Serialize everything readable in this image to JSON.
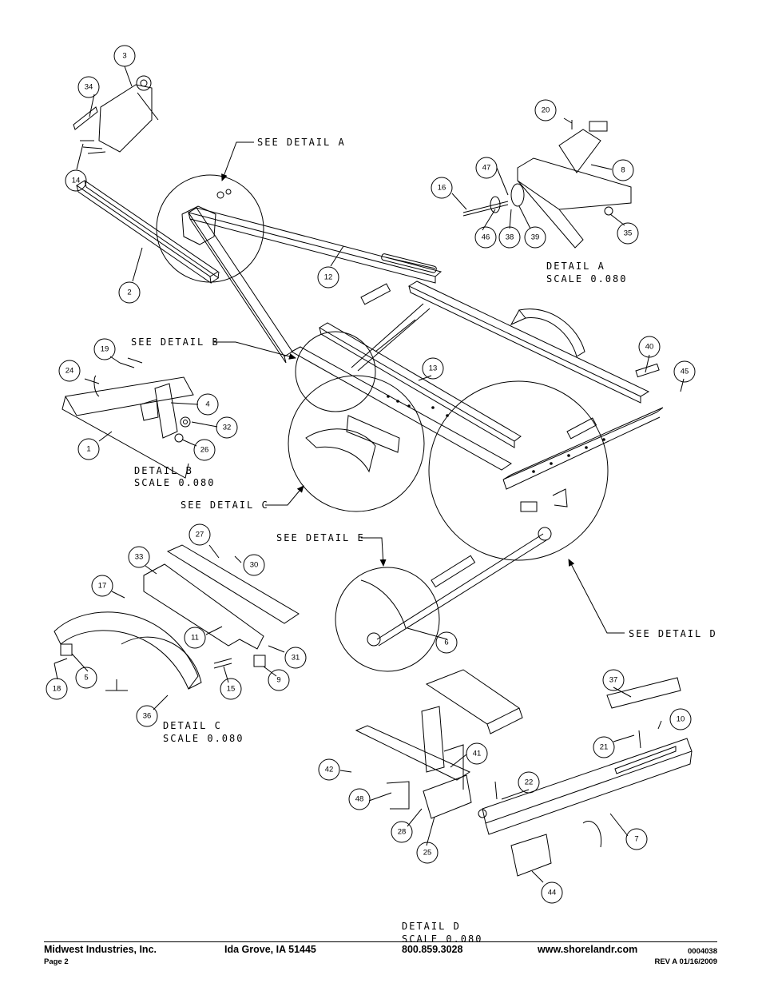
{
  "callouts": {
    "see_detail_a": "SEE DETAIL A",
    "see_detail_b": "SEE DETAIL B",
    "see_detail_c": "SEE DETAIL C",
    "see_detail_d": "SEE DETAIL D",
    "see_detail_e": "SEE DETAIL E"
  },
  "detail_labels": {
    "a_title": "DETAIL A",
    "a_scale": "SCALE 0.080",
    "b_title": "DETAIL B",
    "b_scale": "SCALE 0.080",
    "c_title": "DETAIL C",
    "c_scale": "SCALE 0.080",
    "d_title": "DETAIL D",
    "d_scale": "SCALE 0.080"
  },
  "part_numbers": {
    "p3": "3",
    "p34": "34",
    "p14": "14",
    "p2": "2",
    "p12": "12",
    "p20": "20",
    "p8": "8",
    "p47": "47",
    "p16": "16",
    "p46": "46",
    "p38": "38",
    "p39": "39",
    "p35": "35",
    "p13": "13",
    "p40": "40",
    "p45": "45",
    "p19": "19",
    "p24": "24",
    "p4": "4",
    "p32": "32",
    "p26": "26",
    "p1": "1",
    "p27": "27",
    "p30": "30",
    "p33": "33",
    "p17": "17",
    "p11": "11",
    "p31": "31",
    "p9": "9",
    "p15": "15",
    "p5": "5",
    "p18": "18",
    "p36": "36",
    "p6": "6",
    "p37": "37",
    "p10": "10",
    "p21": "21",
    "p22": "22",
    "p41": "41",
    "p42": "42",
    "p48": "48",
    "p28": "28",
    "p25": "25",
    "p7": "7",
    "p44": "44"
  },
  "footer": {
    "company": "Midwest Industries, Inc.",
    "location": "Ida Grove, IA  51445",
    "phone": "800.859.3028",
    "website": "www.shorelandr.com",
    "doc_number": "0004038",
    "page": "Page 2",
    "revision": "REV A  01/16/2009"
  }
}
